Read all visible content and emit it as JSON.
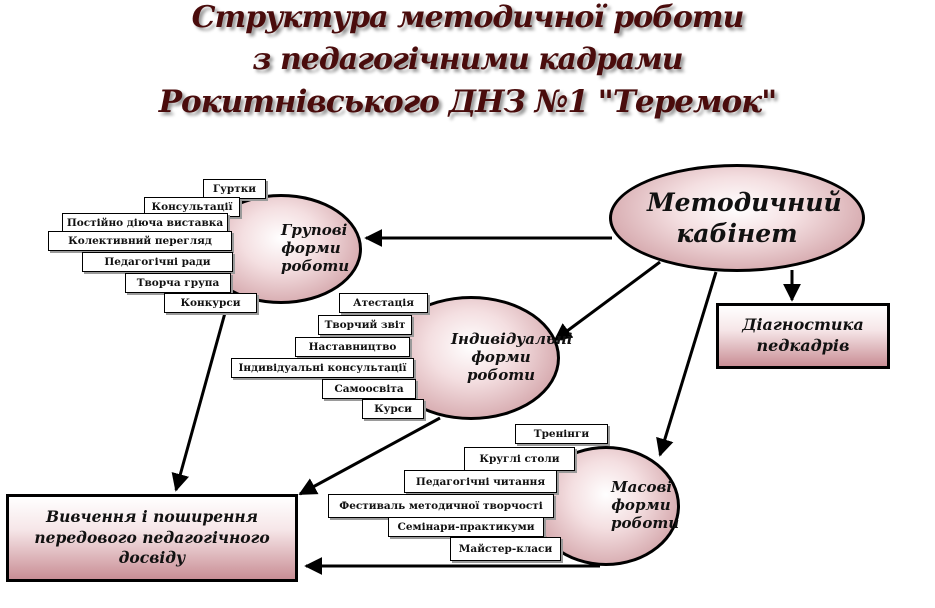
{
  "title": {
    "line1": "Структура методичної роботи",
    "line2": "з педагогічними кадрами",
    "line3": "Рокитнівського ДНЗ №1 \"Теремок\""
  },
  "nodes": {
    "method_cabinet": "Методичний кабінет",
    "group_forms": "Групові форми роботи",
    "individual_forms": "Індивідуальні форми роботи",
    "mass_forms": "Масові форми роботи",
    "diagnostics": "Діагностика педкадрів",
    "experience": "Вивчення і поширення передового педагогічного досвіду"
  },
  "group_items": [
    "Гуртки",
    "Консультації",
    "Постійно діюча виставка",
    "Колективний перегляд",
    "Педагогічні ради",
    "Творча група",
    "Конкурси"
  ],
  "individual_items": [
    "Атестація",
    "Творчий звіт",
    "Наставництво",
    "Індивідуальні консультації",
    "Самоосвіта",
    "Курси"
  ],
  "mass_items": [
    "Тренінги",
    "Круглі столи",
    "Педагогічні читання",
    "Фестиваль методичної творчості",
    "Семінари-практикуми",
    "Майстер-класи"
  ],
  "colors": {
    "title": "#4a0c0c",
    "fill_light": "#f4dfe1",
    "fill_dark": "#c48a90",
    "stroke": "#000000"
  }
}
